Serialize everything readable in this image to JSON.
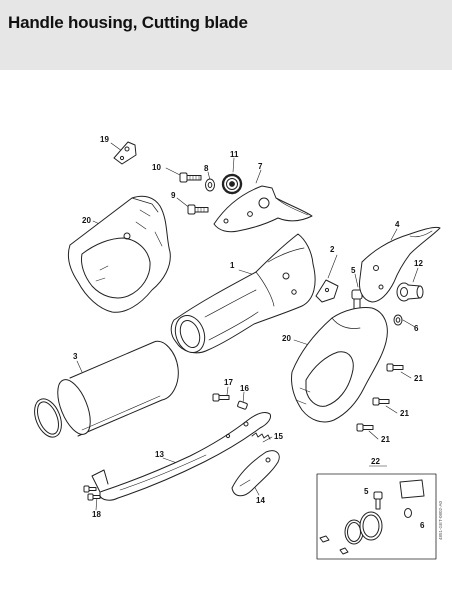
{
  "header": {
    "title": "Handle housing, Cutting blade"
  },
  "parts": [
    "1",
    "2",
    "3",
    "4",
    "5",
    "6",
    "7",
    "8",
    "9",
    "10",
    "11",
    "12",
    "13",
    "14",
    "15",
    "16",
    "17",
    "18",
    "19",
    "20",
    "21",
    "22"
  ],
  "inset": {
    "label": "22",
    "sub_labels": [
      "5",
      "6"
    ]
  },
  "doc_code": "4851-GET-0802-A0"
}
